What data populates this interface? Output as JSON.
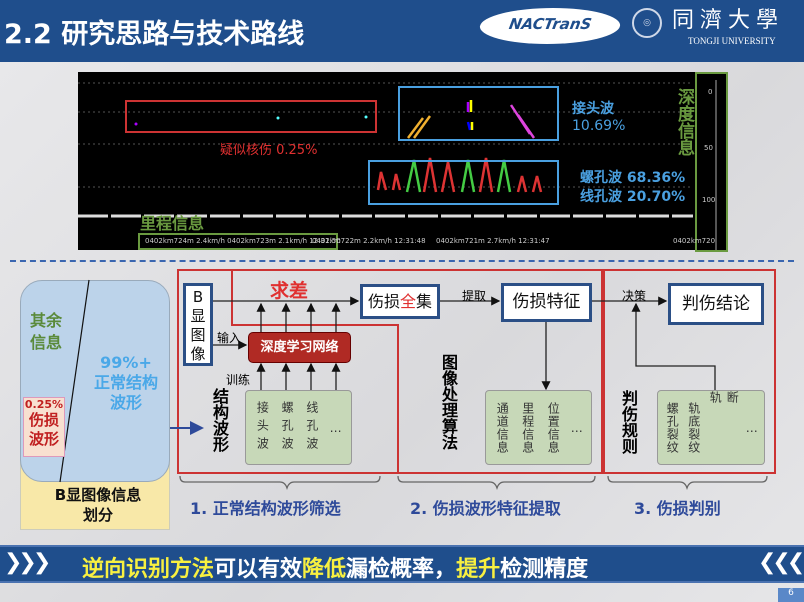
{
  "header": {
    "title": "2.2 研究思路与技术路线",
    "logo_nactrans": "NACTranS",
    "university_zh": "同濟大學",
    "university_en": "TONGJI UNIVERSITY"
  },
  "bscan": {
    "suspect_label": "疑似核伤 0.25%",
    "joint_label": "接头波",
    "joint_pct": "10.69%",
    "bolt_label": "螺孔波 68.36%",
    "wire_label": "线孔波 20.70%",
    "depth_label": "深度信息",
    "mileage_label": "里程信息",
    "mileage_readouts": [
      "0402km724m 2.4km/h 0402km723m 2.1km/h 12:31:50",
      "0402km722m 2.2km/h 12:31:48",
      "0402km721m 2.7km/h 12:31:47",
      "0402km720"
    ],
    "depth_ticks": [
      "0",
      "50",
      "100"
    ]
  },
  "left": {
    "other": "其余信息",
    "normal": "99%+ 正常结构波形",
    "damage_pct": "0.25%",
    "damage": "伤损波形",
    "caption": "B显图像信息划分"
  },
  "flow": {
    "bimage": "B显图像",
    "diff": "求差",
    "input": "输入",
    "train": "训练",
    "dl": "深度学习网络",
    "full_set_a": "伤损",
    "full_set_b": "全",
    "full_set_c": "集",
    "extract": "提取",
    "feature": "伤损特征",
    "decide": "决策",
    "conclusion": "判伤结论",
    "struct": "结构波形",
    "struct_items": [
      "接头波",
      "螺孔波",
      "线孔波"
    ],
    "algo": "图像处理算法",
    "algo_items": [
      "通道信息",
      "里程信息",
      "位置信息"
    ],
    "rules": "判伤规则",
    "rule_items": [
      "螺孔裂纹",
      "轨底裂纹",
      "断轨"
    ],
    "ellipsis": "…"
  },
  "steps": [
    "1. 正常结构波形筛选",
    "2. 伤损波形特征提取",
    "3. 伤损判别"
  ],
  "banner": {
    "p1": "逆向识别方法",
    "p2": "可以有效",
    "p3": "降低",
    "p4": "漏检概率，",
    "p5": "提升",
    "p6": "检测精度"
  },
  "page": "6"
}
